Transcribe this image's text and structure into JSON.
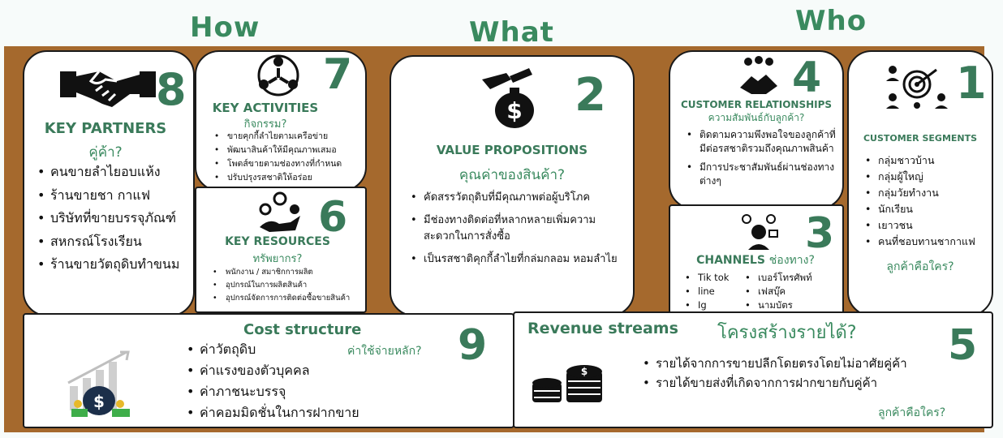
{
  "headers": {
    "how": "How",
    "what": "What",
    "who": "Who"
  },
  "partners": {
    "num": "8",
    "title": "KEY PARTNERS",
    "sub": "คู่ค้า?",
    "items": [
      "คนขายลำไยอบแห้ง",
      "ร้านขายชา กาแฟ",
      "บริษัทที่ขายบรรจุภัณฑ์",
      "สหกรณ์โรงเรียน",
      "ร้านขายวัตถุดิบทำขนม"
    ]
  },
  "activities": {
    "num": "7",
    "title": "KEY ACTIVITIES",
    "sub": "กิจกรรม?",
    "items": [
      "ขายคุกกี้ลำไยตามเครือข่าย",
      "พัฒนาสินค้าให้มีคุณภาพเสมอ",
      "โพตส์ขายตามช่องทางที่กำหนด",
      "ปรับปรุงรสชาติให้อร่อย"
    ]
  },
  "resources": {
    "num": "6",
    "title": "KEY RESOURCES",
    "sub": "ทรัพยากร?",
    "items": [
      "พนักงาน / สมาชิกการผลิต",
      "อุปกรณ์ในการผลิตสินค้า",
      "อุปกรณ์จัดการการติดต่อซื้อขายสินค้า"
    ]
  },
  "value": {
    "num": "2",
    "title": "VALUE PROPOSITIONS",
    "sub": "คุณค่าของสินค้า?",
    "items": [
      "คัดสรรวัตถุดิบที่มีคุณภาพต่อผู้บริโภค",
      "มีช่องทางติดต่อที่หลากหลายเพิ่มความสะดวกในการสั่งซื้อ",
      "เป็นรสชาติคุกกี้ลำไยที่กล่มกลอม หอมลำไย"
    ]
  },
  "relationships": {
    "num": "4",
    "title": "CUSTOMER RELATIONSHIPS",
    "sub": "ความสัมพันธ์กับลูกค้า?",
    "items": [
      "ติดตามความพึงพอใจของลูกค้าที่มีต่อรสชาติรวมถึงคุณภาพสินค้า",
      "มีการประชาสัมพันธ์ผ่านช่องทางต่างๆ"
    ]
  },
  "channels": {
    "num": "3",
    "title": "CHANNELS",
    "sub": "ช่องทาง?",
    "left": [
      "Tik tok",
      "line",
      "Ig"
    ],
    "right": [
      "เบอร์โทรศัพท์",
      "เฟสบุ๊ค",
      "นามบัตร"
    ]
  },
  "segments": {
    "num": "1",
    "title": "CUSTOMER SEGMENTS",
    "items": [
      "กลุ่มชาวบ้าน",
      "กลุ่มผู้ใหญ่",
      "กลุ่มวัยทำงาน",
      "นักเรียน",
      "เยาวชน",
      "คนที่ชอบทานชากาแฟ"
    ],
    "question": "ลูกค้าคือใคร?"
  },
  "cost": {
    "num": "9",
    "title": "Cost structure",
    "sub": "ค่าใช้จ่ายหลัก?",
    "items": [
      "ค่าวัตถุดิบ",
      "ค่าแรงของตัวบุคคล",
      "ค่าภาชนะบรรจุ",
      "ค่าคอมมิดชั่นในการฝากขาย"
    ]
  },
  "revenue": {
    "num": "5",
    "title": "Revenue streams",
    "sub": "โครงสร้างรายได้?",
    "items": [
      "รายได้จากการขายปลีกโดยตรงโดยไม่อาศัยคู่ค้า",
      "รายได้ขายส่งที่เกิดจากการฝากขายกับคู่ค้า"
    ],
    "question": "ลูกค้าคือใคร?"
  },
  "colors": {
    "accent": "#3a7a5a",
    "board": "#a5692d"
  }
}
